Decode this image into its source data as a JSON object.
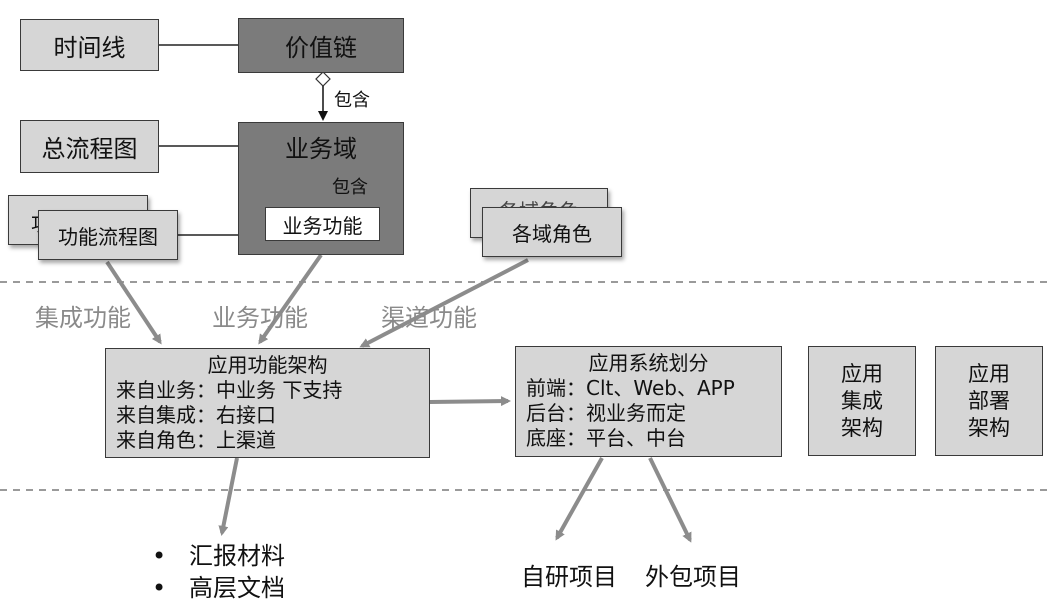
{
  "boxes": {
    "timeline": "时间线",
    "value_chain": "价值链",
    "overall_flow": "总流程图",
    "business_domain": "业务域",
    "business_function": "业务功能",
    "function_flow": "功能流程图",
    "function_flow_behind": "功",
    "domain_roles": "各域角色",
    "domain_roles_behind": "各域角色"
  },
  "relations": {
    "contains_1": "包含",
    "contains_2": "包含"
  },
  "inputs": {
    "integration": "集成功能",
    "business": "业务功能",
    "channel": "渠道功能"
  },
  "app_arch": {
    "title": "应用功能架构",
    "rows": [
      "来自业务：中业务  下支持",
      "来自集成：右接口",
      "来自角色：上渠道"
    ]
  },
  "app_system": {
    "title": "应用系统划分",
    "rows": [
      "前端：Clt、Web、APP",
      "后台：视业务而定",
      "底座：平台、中台"
    ]
  },
  "app_integration": [
    "应用",
    "集成",
    "架构"
  ],
  "app_deploy": [
    "应用",
    "部署",
    "架构"
  ],
  "outputs": {
    "bullets": [
      "汇报材料",
      "高层文档"
    ],
    "self_dev": "自研项目",
    "outsourced": "外包项目"
  },
  "colors": {
    "light_box": "#d6d6d6",
    "dark_box": "#7b7b7b",
    "arrow_gray": "#8c8c8c",
    "divider": "#9a9a9a"
  }
}
